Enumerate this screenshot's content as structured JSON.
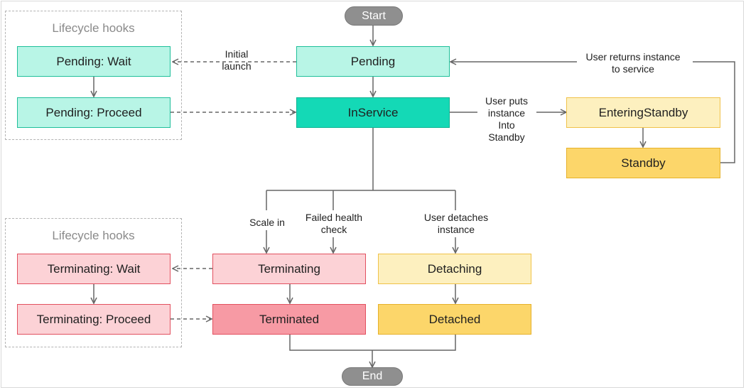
{
  "nodes": {
    "start": "Start",
    "end": "End",
    "pending": "Pending",
    "inservice": "InService",
    "pending_wait": "Pending: Wait",
    "pending_proceed": "Pending: Proceed",
    "entering_standby": "EnteringStandby",
    "standby": "Standby",
    "terminating": "Terminating",
    "terminated": "Terminated",
    "terminating_wait": "Terminating: Wait",
    "terminating_proceed": "Terminating: Proceed",
    "detaching": "Detaching",
    "detached": "Detached"
  },
  "groups": {
    "top_hooks": "Lifecycle hooks",
    "bottom_hooks": "Lifecycle hooks"
  },
  "edge_labels": {
    "initial_launch": "Initial\nlaunch",
    "user_returns": "User returns instance\nto service",
    "user_puts_standby": "User puts\ninstance\nInto\nStandby",
    "scale_in": "Scale in",
    "failed_health": "Failed health\ncheck",
    "user_detaches": "User detaches\ninstance"
  },
  "colors": {
    "mint_fill": "#b8f5e6",
    "mint_border": "#1fbf9a",
    "teal_fill": "#14d9b6",
    "teal_border": "#0fb392",
    "pale_yellow_fill": "#fdf0bf",
    "pale_yellow_border": "#f0c24a",
    "yellow_fill": "#fcd66a",
    "yellow_border": "#e6b12a",
    "pink_fill": "#fcd2d6",
    "pink_border": "#e2505f",
    "red_fill": "#f79aa4",
    "red_border": "#e2505f",
    "pill_fill": "#8f8f8f"
  }
}
